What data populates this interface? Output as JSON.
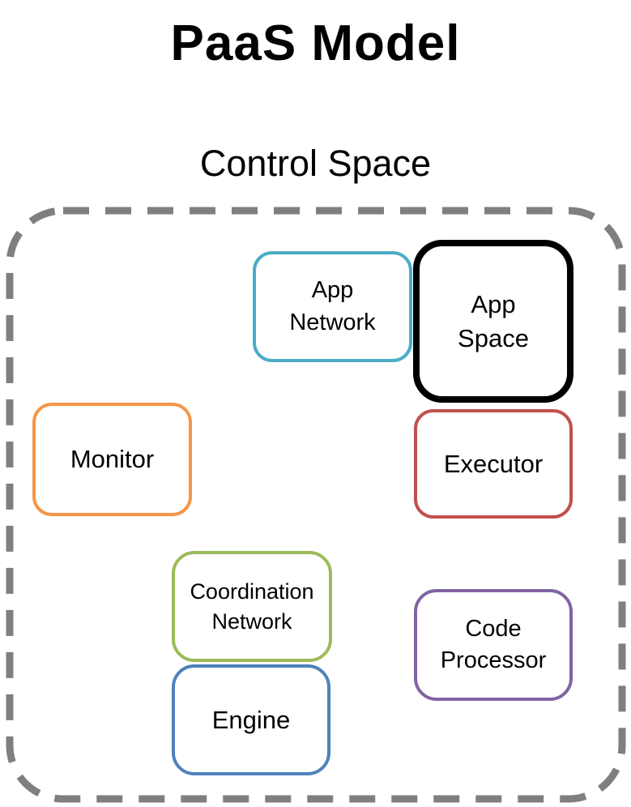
{
  "title": "PaaS Model",
  "container": {
    "label": "Control Space",
    "border_color": "#7f7f7f"
  },
  "nodes": [
    {
      "id": "app-network",
      "label": "App\nNetwork",
      "color": "#4bacc6"
    },
    {
      "id": "app-space",
      "label": "App\nSpace",
      "color": "#000000"
    },
    {
      "id": "monitor",
      "label": "Monitor",
      "color": "#f79646"
    },
    {
      "id": "executor",
      "label": "Executor",
      "color": "#c0504d"
    },
    {
      "id": "coordination-network",
      "label": "Coordination\nNetwork",
      "color": "#9bbb59"
    },
    {
      "id": "code-processor",
      "label": "Code\nProcessor",
      "color": "#8064a2"
    },
    {
      "id": "engine",
      "label": "Engine",
      "color": "#4f81bd"
    }
  ]
}
